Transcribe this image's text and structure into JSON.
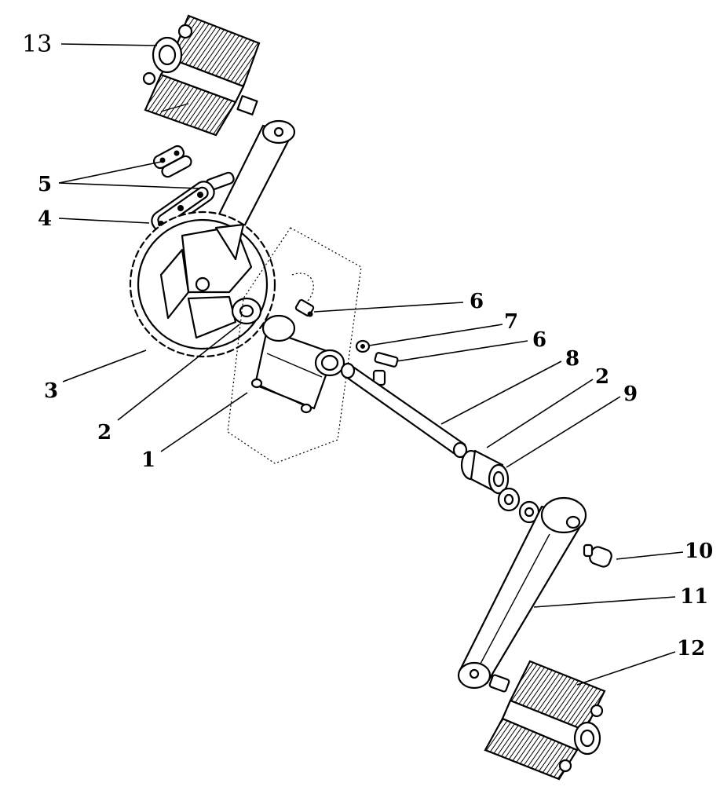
{
  "diagram": {
    "callouts": [
      {
        "id": "13",
        "label": "13"
      },
      {
        "id": "5",
        "label": "5"
      },
      {
        "id": "4",
        "label": "4"
      },
      {
        "id": "3",
        "label": "3"
      },
      {
        "id": "2a",
        "label": "2"
      },
      {
        "id": "1",
        "label": "1"
      },
      {
        "id": "6a",
        "label": "6"
      },
      {
        "id": "7",
        "label": "7"
      },
      {
        "id": "6b",
        "label": "6"
      },
      {
        "id": "8",
        "label": "8"
      },
      {
        "id": "2b",
        "label": "2"
      },
      {
        "id": "9",
        "label": "9"
      },
      {
        "id": "10",
        "label": "10"
      },
      {
        "id": "11",
        "label": "11"
      },
      {
        "id": "12",
        "label": "12"
      }
    ]
  }
}
